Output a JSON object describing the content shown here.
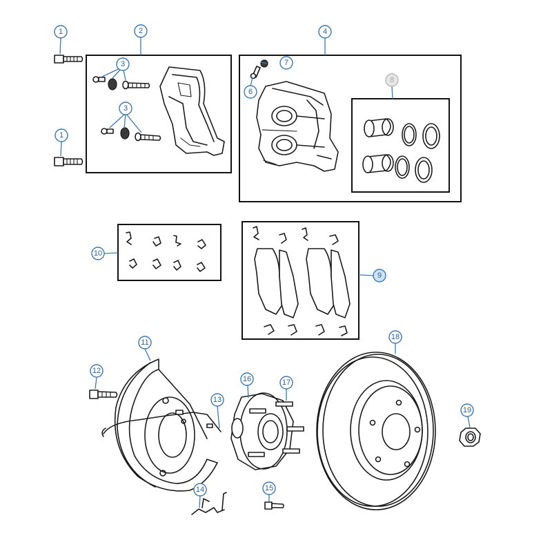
{
  "callouts": [
    {
      "id": "c1a",
      "label": "1",
      "style": "normal"
    },
    {
      "id": "c1b",
      "label": "1",
      "style": "normal"
    },
    {
      "id": "c2",
      "label": "2",
      "style": "normal"
    },
    {
      "id": "c3a",
      "label": "3",
      "style": "normal"
    },
    {
      "id": "c3b",
      "label": "3",
      "style": "normal"
    },
    {
      "id": "c4",
      "label": "4",
      "style": "normal"
    },
    {
      "id": "c6",
      "label": "6",
      "style": "normal"
    },
    {
      "id": "c7",
      "label": "7",
      "style": "normal"
    },
    {
      "id": "c8",
      "label": "8",
      "style": "muted"
    },
    {
      "id": "c9",
      "label": "9",
      "style": "highlighted"
    },
    {
      "id": "c10",
      "label": "10",
      "style": "normal"
    },
    {
      "id": "c11",
      "label": "11",
      "style": "normal"
    },
    {
      "id": "c12",
      "label": "12",
      "style": "normal"
    },
    {
      "id": "c13",
      "label": "13",
      "style": "normal"
    },
    {
      "id": "c14",
      "label": "14",
      "style": "normal"
    },
    {
      "id": "c15",
      "label": "15",
      "style": "normal"
    },
    {
      "id": "c16",
      "label": "16",
      "style": "normal"
    },
    {
      "id": "c17",
      "label": "17",
      "style": "normal"
    },
    {
      "id": "c18",
      "label": "18",
      "style": "normal"
    },
    {
      "id": "c19",
      "label": "19",
      "style": "normal"
    }
  ],
  "colors": {
    "callout_stroke": "#3a78b8",
    "callout_text": "#2a5f99",
    "highlight_fill": "#cfe3f5",
    "muted": "#b8b8b8",
    "line_art": "#1a1a1a"
  }
}
